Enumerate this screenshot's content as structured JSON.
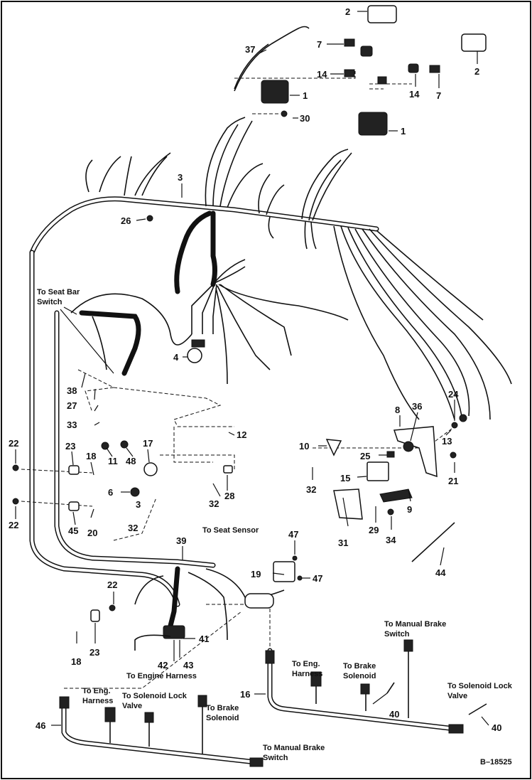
{
  "diagram_id": "B–18525",
  "callouts": {
    "c1a": "1",
    "c1b": "1",
    "c2a": "2",
    "c2b": "2",
    "c3": "3",
    "c3b": "3",
    "c4": "4",
    "c6": "6",
    "c7a": "7",
    "c7b": "7",
    "c8": "8",
    "c9": "9",
    "c10": "10",
    "c11": "11",
    "c12": "12",
    "c13": "13",
    "c14a": "14",
    "c14b": "14",
    "c15": "15",
    "c16": "16",
    "c17": "17",
    "c18a": "18",
    "c18b": "18",
    "c19": "19",
    "c20": "20",
    "c21": "21",
    "c22a": "22",
    "c22b": "22",
    "c22c": "22",
    "c23a": "23",
    "c23b": "23",
    "c24": "24",
    "c25": "25",
    "c26": "26",
    "c27": "27",
    "c28": "28",
    "c29": "29",
    "c30": "30",
    "c31": "31",
    "c32a": "32",
    "c32b": "32",
    "c32c": "32",
    "c33": "33",
    "c34": "34",
    "c36": "36",
    "c37": "37",
    "c38": "38",
    "c39": "39",
    "c40a": "40",
    "c40b": "40",
    "c41": "41",
    "c42": "42",
    "c43": "43",
    "c44": "44",
    "c45": "45",
    "c46": "46",
    "c47a": "47",
    "c47b": "47",
    "c48": "48"
  },
  "notes": {
    "seat_bar_1": "To Seat Bar",
    "seat_bar_2": "Switch",
    "seat_sensor": "To Seat Sensor",
    "engine_harness": "To Engine Harness",
    "manual_brake_a1": "To Manual Brake",
    "manual_brake_a2": "Switch",
    "eng_harness_a1": "To Eng.",
    "eng_harness_a2": "Harness",
    "brake_solenoid_a1": "To Brake",
    "brake_solenoid_a2": "Solenoid",
    "solenoid_lock_a1": "To Solenoid Lock",
    "solenoid_lock_a2": "Valve",
    "eng_harness_b1": "To Eng.",
    "eng_harness_b2": "Harness",
    "solenoid_lock_b1": "To Solenoid Lock",
    "solenoid_lock_b2": "Valve",
    "brake_solenoid_b1": "To Brake",
    "brake_solenoid_b2": "Solenoid",
    "manual_brake_b1": "To Manual Brake",
    "manual_brake_b2": "Switch"
  }
}
